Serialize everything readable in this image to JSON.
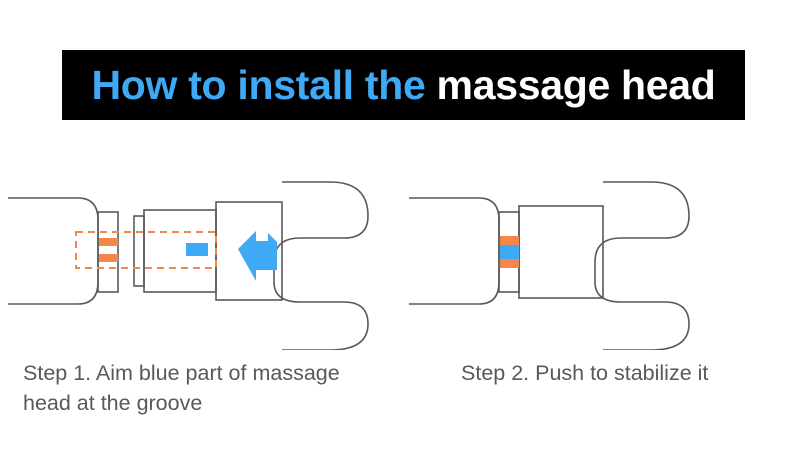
{
  "title": {
    "part_blue": "How to install the",
    "part_white": " massage head",
    "banner_background": "#000000",
    "blue_color": "#3FA9F5",
    "white_color": "#FFFFFF"
  },
  "colors": {
    "outline": "#58595B",
    "orange": "#F4874B",
    "blue": "#3FA9F5",
    "dashed_guide": "#F4874B",
    "caption_text": "#58595B",
    "background": "#FFFFFF"
  },
  "steps": [
    {
      "id": "step-1",
      "caption": "Step 1. Aim blue part of massage head at the groove",
      "caption_line_1": "Step 1. Aim blue part of massage",
      "caption_line_2": "head at the groove",
      "diagram": {
        "state": "aligning",
        "has_dashed_alignment_box": true,
        "has_push_arrow": true,
        "arrow_direction": "left",
        "device_body": "massage gun body",
        "collar_grooves": 2,
        "blue_tab": "blue part of massage head",
        "attachment_head": "C-shaped massage head"
      }
    },
    {
      "id": "step-2",
      "caption": "Step 2. Push to stabilize it",
      "caption_line_1": "Step 2. Push to stabilize it",
      "caption_line_2": "",
      "diagram": {
        "state": "installed",
        "has_dashed_alignment_box": false,
        "has_push_arrow": false,
        "arrow_direction": "",
        "device_body": "massage gun body",
        "collar_grooves": 2,
        "blue_tab": "blue part seated in groove",
        "attachment_head": "C-shaped massage head"
      }
    }
  ]
}
